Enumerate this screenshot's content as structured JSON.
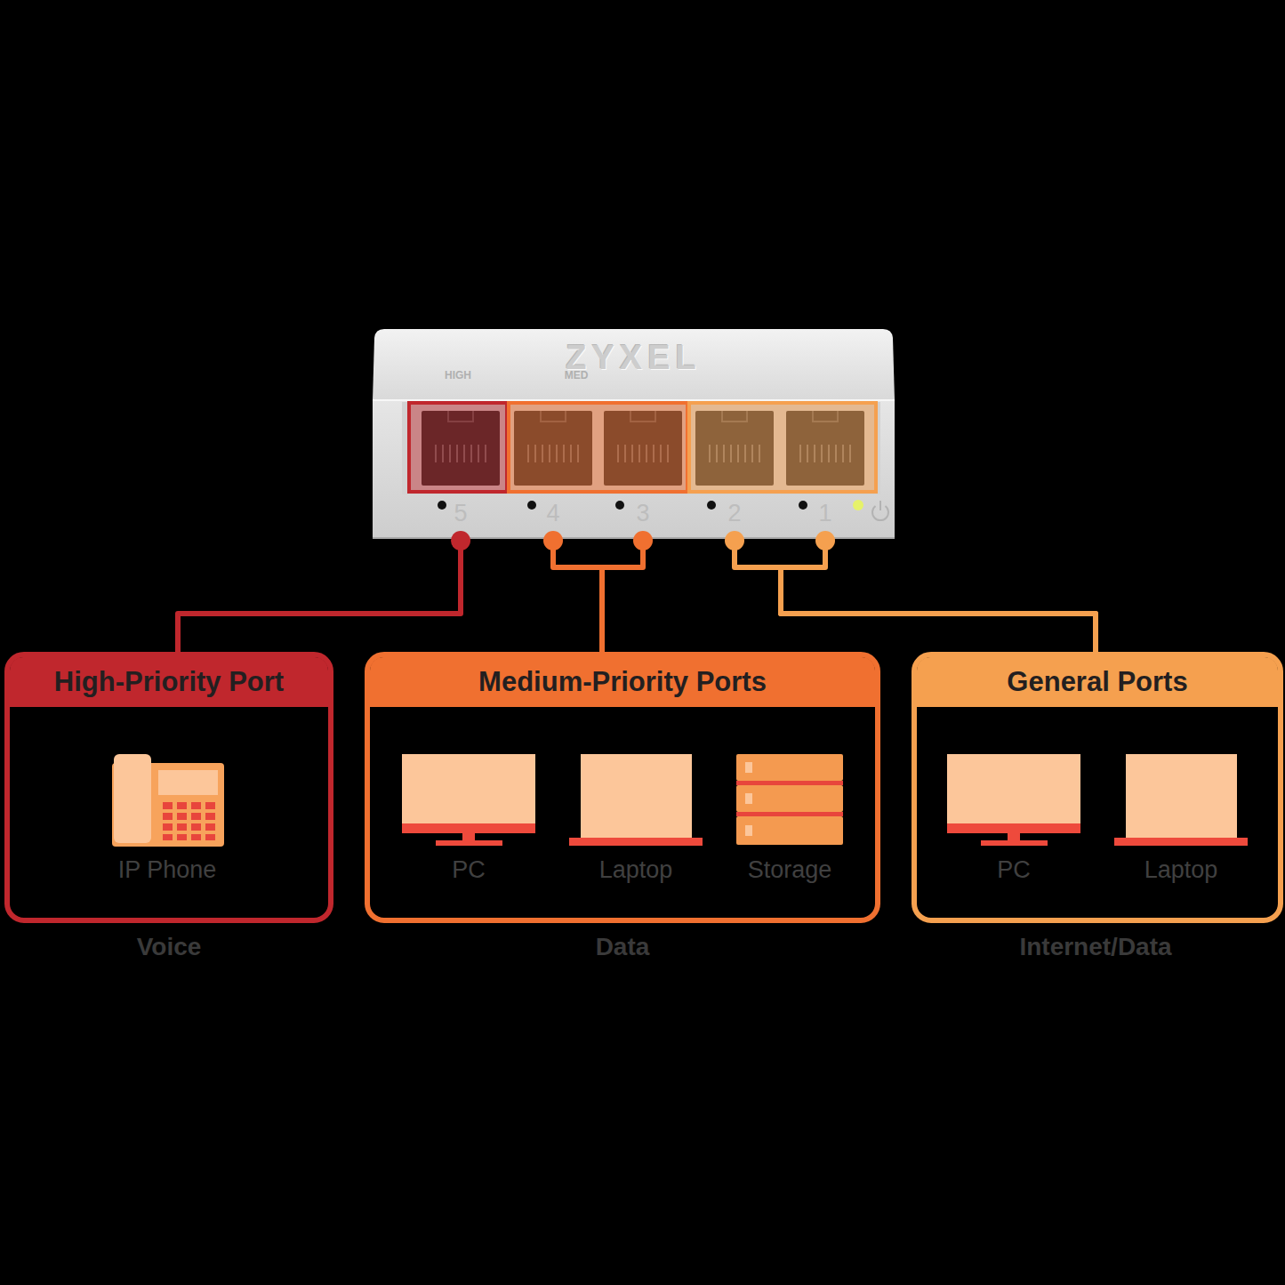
{
  "diagram": {
    "nodes": [
      {
        "text": [
          "ZYXEL"
        ]
      },
      {
        "text": [
          "5"
        ],
        "in": 0
      },
      {
        "text": [
          "4"
        ],
        "in": 0
      },
      {
        "text": [
          "3"
        ],
        "in": 0
      },
      {
        "text": [
          "2"
        ],
        "in": 0
      },
      {
        "text": [
          "1"
        ],
        "in": 0
      },
      {
        "text": [
          "High-Priority Port"
        ]
      },
      {
        "text": [
          "IP Phone"
        ],
        "in": 6
      },
      {
        "text": [
          "Medium-Priority Ports"
        ]
      },
      {
        "text": [
          "PC"
        ],
        "in": 8
      },
      {
        "text": [
          "Laptop"
        ],
        "in": 8
      },
      {
        "text": [
          "Storage"
        ],
        "in": 8
      },
      {
        "text": [
          "General Ports"
        ]
      },
      {
        "text": [
          "PC"
        ],
        "in": 12
      },
      {
        "text": [
          "Laptop"
        ],
        "in": 12
      }
    ],
    "edges": [
      {
        "from": 1,
        "to": 6,
        "arrow": "none"
      },
      {
        "from": 2,
        "to": 8,
        "arrow": "none"
      },
      {
        "from": 3,
        "to": 8,
        "arrow": "none"
      },
      {
        "from": 4,
        "to": 12,
        "arrow": "none"
      },
      {
        "from": 5,
        "to": 12,
        "arrow": "none"
      }
    ],
    "labels": [
      "HIGH",
      "MED",
      "Voice",
      "Data",
      "Internet/Data"
    ]
  }
}
